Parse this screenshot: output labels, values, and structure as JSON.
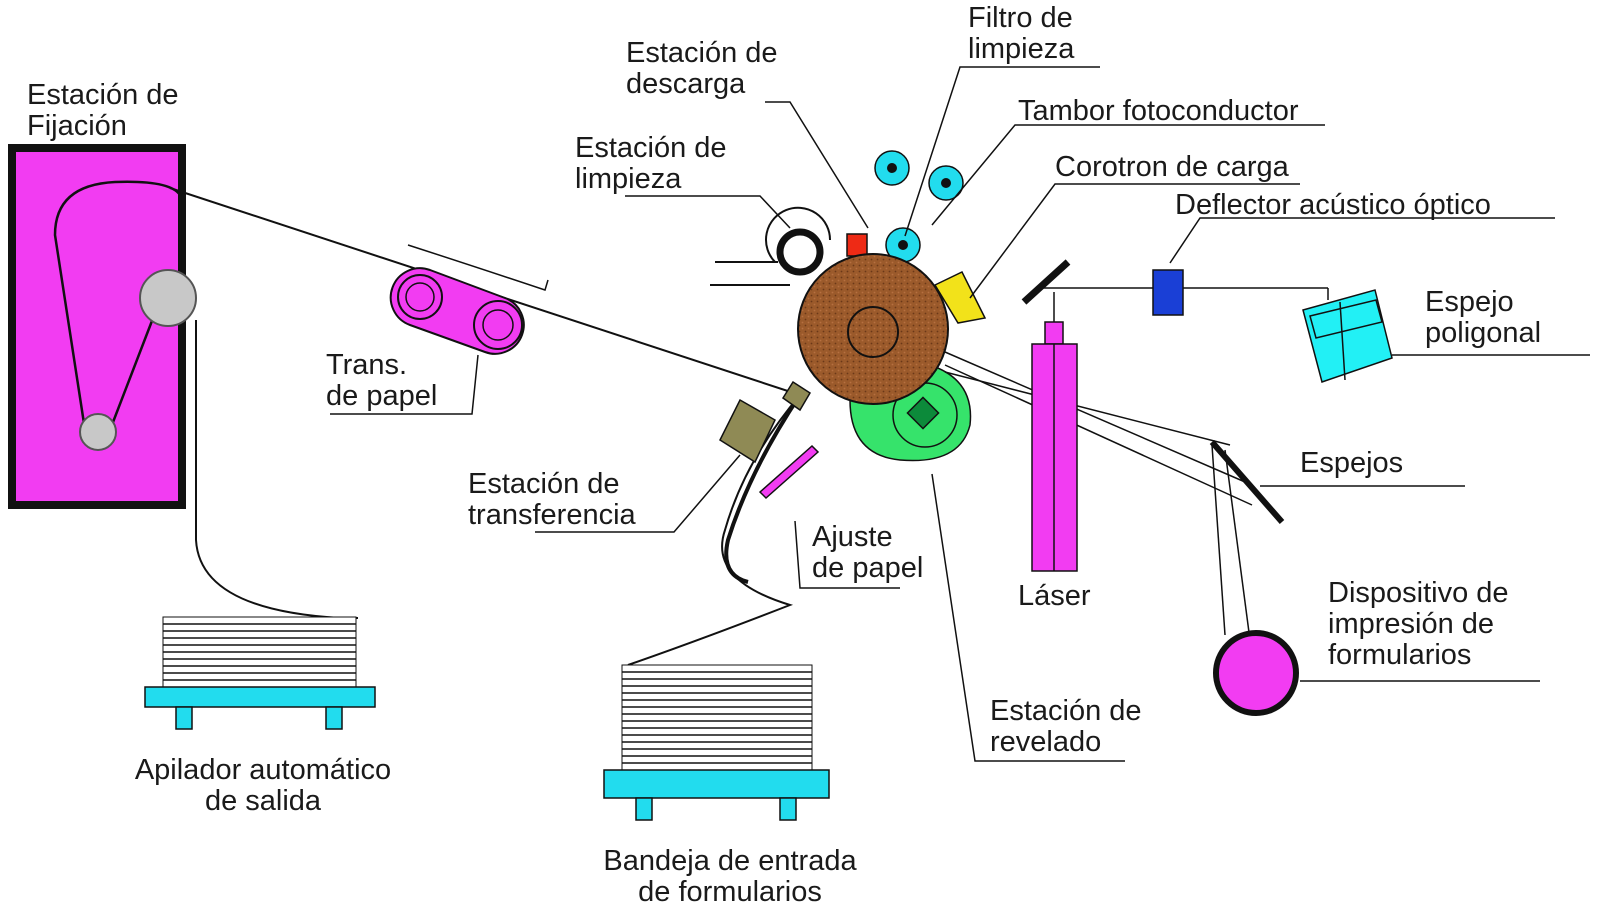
{
  "labels": {
    "fijacion": [
      "Estación de",
      "Fijación"
    ],
    "descarga": [
      "Estación de",
      "descarga"
    ],
    "filtro": [
      "Filtro de",
      "limpieza"
    ],
    "tambor": "Tambor fotoconductor",
    "corotron": "Corotron de carga",
    "deflector": "Deflector acústico óptico",
    "limpieza": [
      "Estación de",
      "limpieza"
    ],
    "espejo_poligonal": [
      "Espejo",
      "poligonal"
    ],
    "trans_papel": [
      "Trans.",
      "de papel"
    ],
    "espejos": "Espejos",
    "transferencia": [
      "Estación de",
      "transferencia"
    ],
    "ajuste": [
      "Ajuste",
      "de papel"
    ],
    "laser": "Láser",
    "dispositivo": [
      "Dispositivo de",
      "impresión de",
      "formularios"
    ],
    "revelado": [
      "Estación de",
      "revelado"
    ],
    "apilador": [
      "Apilador automático",
      "de salida"
    ],
    "bandeja": [
      "Bandeja de entrada",
      "de formularios"
    ]
  },
  "colors": {
    "fuser": "#f23cf2",
    "drum": "#9b5a2b",
    "developer": "#36e36b",
    "cyan": "#22dcee",
    "blue": "#1a3fd6",
    "yellow": "#f2e21a",
    "red": "#ee2a15",
    "olive": "#8f8a55",
    "pad_gray": "#c8c8c8"
  }
}
